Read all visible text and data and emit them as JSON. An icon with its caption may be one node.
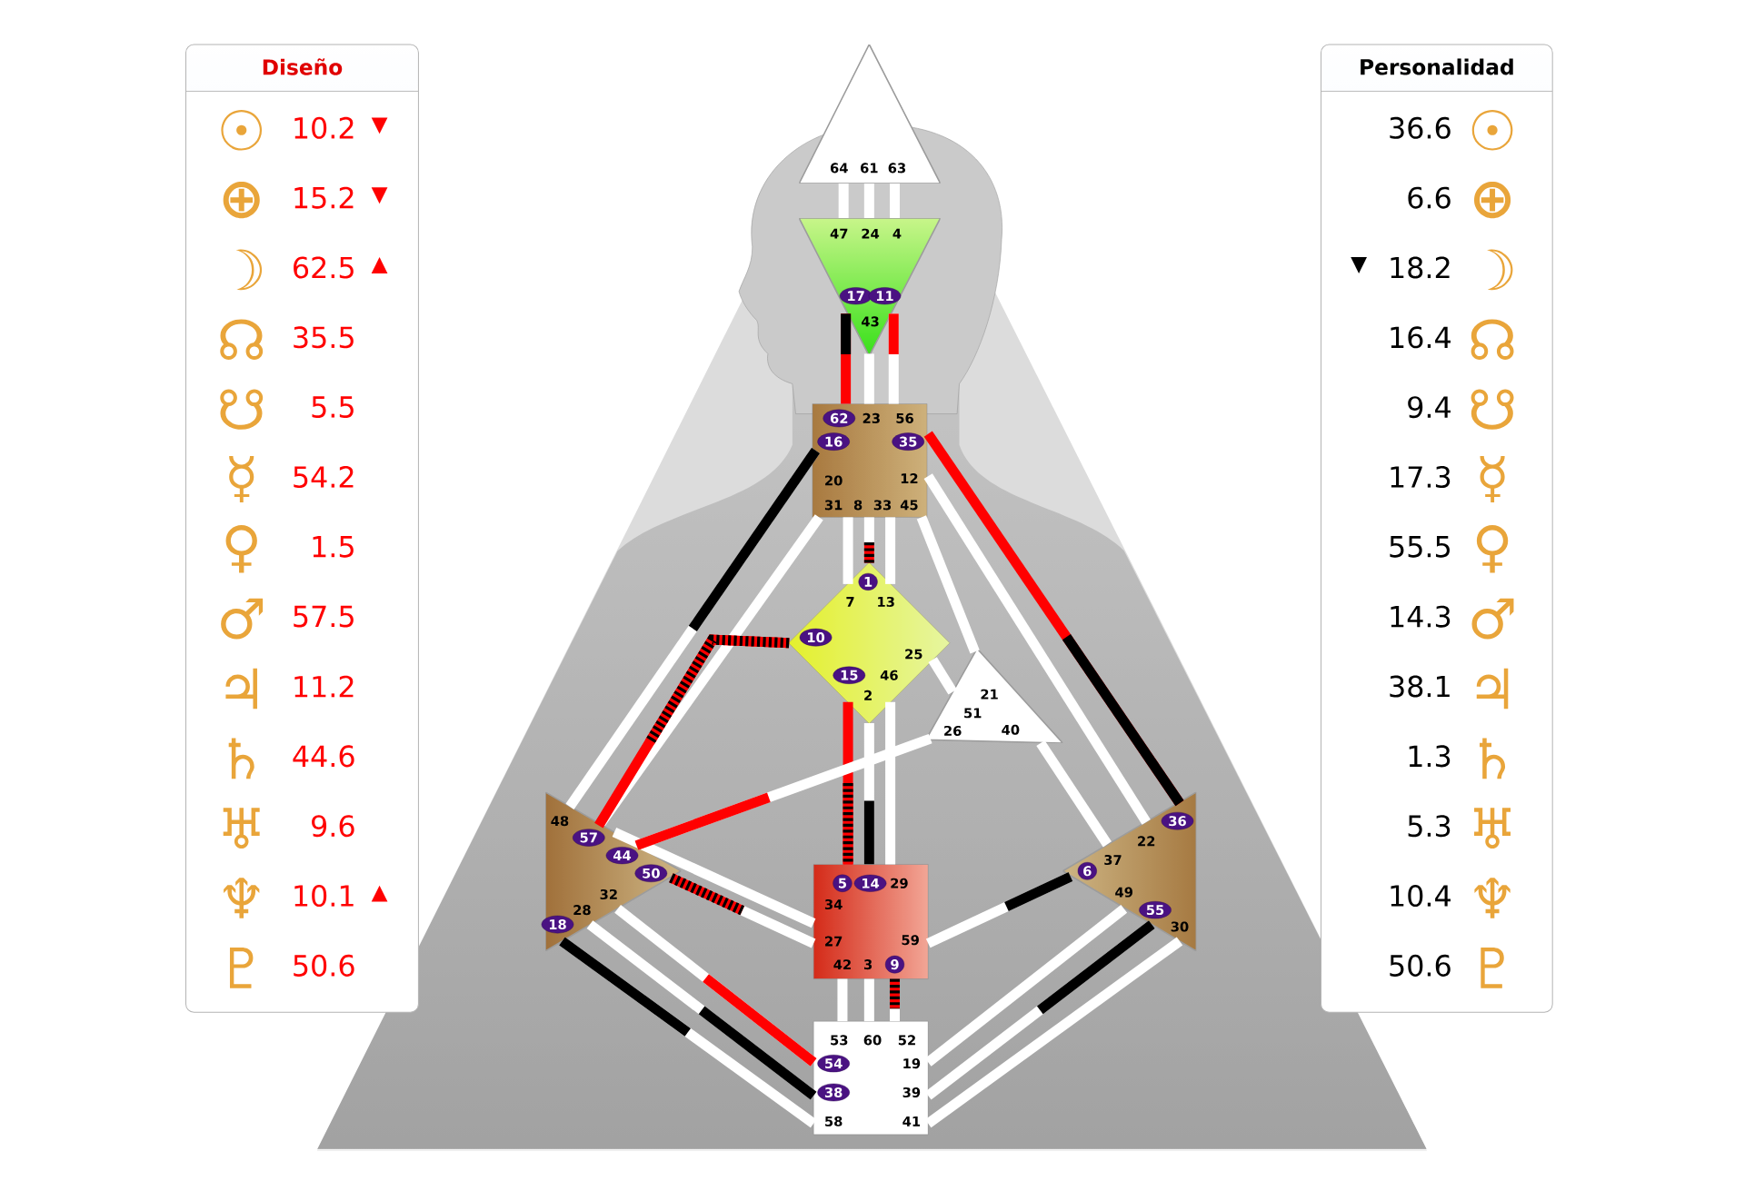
{
  "diagram": {
    "nodes": [
      {
        "text": [
          "Diseño",
          "☉",
          "10.2",
          "▼",
          "⊕",
          "15.2",
          "▼",
          "☽",
          "62.5",
          "▲",
          "☊",
          "35.5",
          "☋",
          "5.5",
          "☿",
          "54.2",
          "♀",
          "1.5",
          "♂",
          "57.5",
          "♃",
          "11.2",
          "♄",
          "44.6",
          "♅",
          "9.6",
          "♆",
          "10.1",
          "▲",
          "♇",
          "50.6"
        ]
      },
      {
        "text": [
          "Personalidad",
          "36.6",
          "☉",
          "6.6",
          "⊕",
          "▼",
          "18.2",
          "☽",
          "16.4",
          "☊",
          "9.4",
          "☋",
          "17.3",
          "☿",
          "55.5",
          "♀",
          "14.3",
          "♂",
          "38.1",
          "♃",
          "1.3",
          "♄",
          "5.3",
          "♅",
          "10.4",
          "♆",
          "50.6",
          "♇"
        ]
      },
      {
        "text": [
          "64",
          "61",
          "63"
        ]
      },
      {
        "text": [
          "47",
          "24",
          "4",
          "17",
          "11",
          "43"
        ]
      },
      {
        "text": [
          "62",
          "23",
          "56",
          "16",
          "35",
          "20",
          "12",
          "31",
          "8",
          "33",
          "45"
        ]
      },
      {
        "text": [
          "1",
          "7",
          "13",
          "10",
          "25",
          "15",
          "46",
          "2"
        ]
      },
      {
        "text": [
          "21",
          "51",
          "26",
          "40"
        ]
      },
      {
        "text": [
          "48",
          "57",
          "44",
          "50",
          "32",
          "28",
          "18"
        ]
      },
      {
        "text": [
          "5",
          "14",
          "29",
          "34",
          "27",
          "59",
          "42",
          "3",
          "9"
        ]
      },
      {
        "text": [
          "36",
          "22",
          "37",
          "6",
          "49",
          "55",
          "30"
        ]
      },
      {
        "text": [
          "53",
          "60",
          "52",
          "54",
          "19",
          "38",
          "39",
          "58",
          "41"
        ]
      }
    ],
    "edges": [
      {
        "from": 2,
        "to": 3,
        "arrow": "none"
      },
      {
        "from": 2,
        "to": 3,
        "arrow": "none"
      },
      {
        "from": 2,
        "to": 3,
        "arrow": "none"
      },
      {
        "from": 3,
        "to": 4,
        "arrow": "none",
        "color": "#ff0000"
      },
      {
        "from": 3,
        "to": 4,
        "arrow": "none"
      },
      {
        "from": 3,
        "to": 4,
        "arrow": "none"
      },
      {
        "from": 4,
        "to": 5,
        "arrow": "none"
      },
      {
        "from": 4,
        "to": 5,
        "arrow": "none"
      },
      {
        "from": 4,
        "to": 5,
        "arrow": "none"
      },
      {
        "from": 4,
        "to": 7,
        "arrow": "none"
      },
      {
        "from": 4,
        "to": 7,
        "arrow": "none"
      },
      {
        "from": 4,
        "to": 9,
        "arrow": "none",
        "color": "#ff0000"
      },
      {
        "from": 4,
        "to": 9,
        "arrow": "none"
      },
      {
        "from": 4,
        "to": 6,
        "arrow": "none"
      },
      {
        "from": 5,
        "to": 6,
        "arrow": "none"
      },
      {
        "from": 5,
        "to": 7,
        "arrow": "none",
        "color": "#ff0000"
      },
      {
        "from": 5,
        "to": 8,
        "arrow": "none",
        "color": "#ff0000"
      },
      {
        "from": 5,
        "to": 8,
        "arrow": "none"
      },
      {
        "from": 5,
        "to": 8,
        "arrow": "none"
      },
      {
        "from": 6,
        "to": 7,
        "arrow": "none"
      },
      {
        "from": 6,
        "to": 9,
        "arrow": "none"
      },
      {
        "from": 7,
        "to": 8,
        "arrow": "none"
      },
      {
        "from": 7,
        "to": 8,
        "arrow": "none"
      },
      {
        "from": 9,
        "to": 8,
        "arrow": "none"
      },
      {
        "from": 8,
        "to": 10,
        "arrow": "none"
      },
      {
        "from": 8,
        "to": 10,
        "arrow": "none"
      },
      {
        "from": 8,
        "to": 10,
        "arrow": "none"
      },
      {
        "from": 7,
        "to": 10,
        "arrow": "none"
      },
      {
        "from": 7,
        "to": 10,
        "arrow": "none"
      },
      {
        "from": 7,
        "to": 10,
        "arrow": "none"
      },
      {
        "from": 9,
        "to": 10,
        "arrow": "none"
      },
      {
        "from": 9,
        "to": 10,
        "arrow": "none"
      },
      {
        "from": 9,
        "to": 10,
        "arrow": "none"
      }
    ]
  }
}
